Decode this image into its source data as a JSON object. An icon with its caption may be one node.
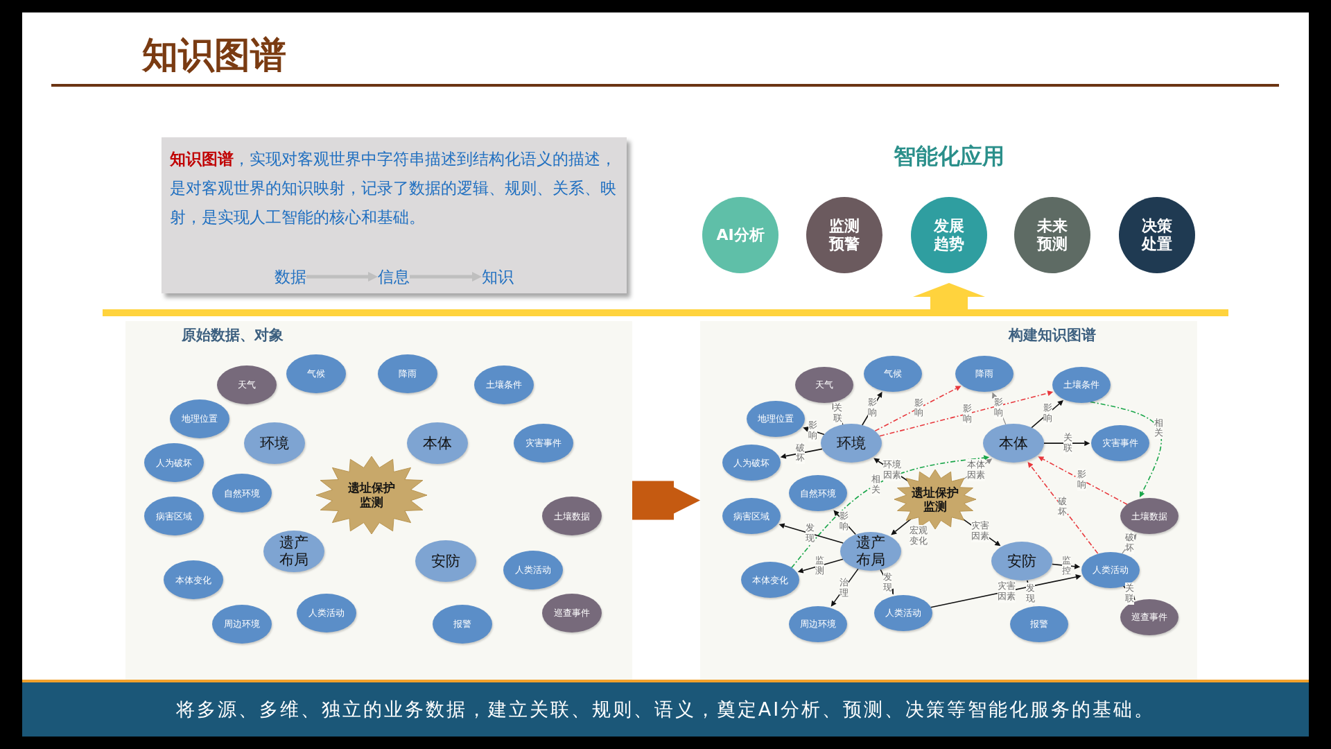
{
  "diagram": {
    "title": "知识图谱",
    "nodes": [
      {
        "text": [
          "**知识图谱**，实现对客观世界中字符串描述到结构化语义的描述，是对客观世界的知识映射，记录了数据的逻辑、规则、关系、映射，是实现人工智能的核心和基础。"
        ]
      },
      {
        "text": [
          "数据"
        ],
        "in": 0
      },
      {
        "text": [
          "信息"
        ],
        "in": 0
      },
      {
        "text": [
          "知识"
        ],
        "in": 0
      },
      {
        "text": [
          "AI分析"
        ]
      },
      {
        "text": [
          "监测预警"
        ]
      },
      {
        "text": [
          "发展趋势"
        ]
      },
      {
        "text": [
          "未来预测"
        ]
      },
      {
        "text": [
          "决策处置"
        ]
      },
      {
        "text": [
          "原始数据、对象"
        ]
      },
      {
        "text": [
          "构建知识图谱"
        ]
      },
      {
        "text": [
          "天气"
        ],
        "in": 9
      },
      {
        "text": [
          "气候"
        ],
        "in": 9
      },
      {
        "text": [
          "降雨"
        ],
        "in": 9
      },
      {
        "text": [
          "土壤条件"
        ],
        "in": 9
      },
      {
        "text": [
          "地理位置"
        ],
        "in": 9
      },
      {
        "text": [
          "环境"
        ],
        "in": 9
      },
      {
        "text": [
          "本体"
        ],
        "in": 9
      },
      {
        "text": [
          "灾害事件"
        ],
        "in": 9
      },
      {
        "text": [
          "人为破坏"
        ],
        "in": 9
      },
      {
        "text": [
          "自然环境"
        ],
        "in": 9
      },
      {
        "text": [
          "遗址保护监测"
        ],
        "in": 9
      },
      {
        "text": [
          "病害区域"
        ],
        "in": 9
      },
      {
        "text": [
          "土壤数据"
        ],
        "in": 9
      },
      {
        "text": [
          "遗产布局"
        ],
        "in": 9
      },
      {
        "text": [
          "安防"
        ],
        "in": 9
      },
      {
        "text": [
          "人类活动"
        ],
        "in": 9
      },
      {
        "text": [
          "本体变化"
        ],
        "in": 9
      },
      {
        "text": [
          "人类活动"
        ],
        "in": 9
      },
      {
        "text": [
          "巡查事件"
        ],
        "in": 9
      },
      {
        "text": [
          "周边环境"
        ],
        "in": 9
      },
      {
        "text": [
          "报警"
        ],
        "in": 9
      },
      {
        "text": [
          "天气"
        ],
        "in": 10
      },
      {
        "text": [
          "气候"
        ],
        "in": 10
      },
      {
        "text": [
          "降雨"
        ],
        "in": 10
      },
      {
        "text": [
          "土壤条件"
        ],
        "in": 10
      },
      {
        "text": [
          "地理位置"
        ],
        "in": 10
      },
      {
        "text": [
          "环境"
        ],
        "in": 10
      },
      {
        "text": [
          "本体"
        ],
        "in": 10
      },
      {
        "text": [
          "灾害事件"
        ],
        "in": 10
      },
      {
        "text": [
          "人为破坏"
        ],
        "in": 10
      },
      {
        "text": [
          "自然环境"
        ],
        "in": 10
      },
      {
        "text": [
          "遗址保护监测"
        ],
        "in": 10
      },
      {
        "text": [
          "病害区域"
        ],
        "in": 10
      },
      {
        "text": [
          "土壤数据"
        ],
        "in": 10
      },
      {
        "text": [
          "遗产布局"
        ],
        "in": 10
      },
      {
        "text": [
          "安防"
        ],
        "in": 10
      },
      {
        "text": [
          "人类活动"
        ],
        "in": 10
      },
      {
        "text": [
          "本体变化"
        ],
        "in": 10
      },
      {
        "text": [
          "人类活动"
        ],
        "in": 10
      },
      {
        "text": [
          "巡查事件"
        ],
        "in": 10
      },
      {
        "text": [
          "周边环境"
        ],
        "in": 10
      },
      {
        "text": [
          "报警"
        ],
        "in": 10
      }
    ],
    "edges": [
      {
        "from": 1,
        "to": 2,
        "arrow": "to",
        "color": "#bfbfbf",
        "style": "thick"
      },
      {
        "from": 2,
        "to": 3,
        "arrow": "to",
        "color": "#bfbfbf",
        "style": "thick"
      },
      {
        "from": 9,
        "to": 10,
        "arrow": "to",
        "color": "#c55a11",
        "style": "thick"
      },
      {
        "from": 37,
        "to": 32,
        "arrow": "to",
        "label": "关联"
      },
      {
        "from": 37,
        "to": 33,
        "arrow": "to",
        "label": "影响"
      },
      {
        "from": 37,
        "to": 34,
        "arrow": "to",
        "label": "影响",
        "style": "dashed",
        "color": "#e8383d"
      },
      {
        "from": 37,
        "to": 35,
        "arrow": "to",
        "label": "影响",
        "style": "dashed",
        "color": "#e8383d"
      },
      {
        "from": 37,
        "to": 36,
        "arrow": "to",
        "label": "影响"
      },
      {
        "from": 37,
        "to": 40,
        "arrow": "to",
        "label": "破坏"
      },
      {
        "from": 42,
        "to": 37,
        "arrow": "to",
        "label": "环境因素"
      },
      {
        "from": 48,
        "to": 38,
        "arrow": "to",
        "label": "相关",
        "style": "dashed",
        "color": "#1aa64a"
      },
      {
        "from": 42,
        "to": 38,
        "arrow": "to",
        "label": "本体因素",
        "color": "#8c8c8c"
      },
      {
        "from": 38,
        "to": 34,
        "arrow": "to",
        "label": "影响",
        "color": "#8c8c8c"
      },
      {
        "from": 38,
        "to": 35,
        "arrow": "to",
        "label": "影响"
      },
      {
        "from": 38,
        "to": 39,
        "arrow": "to",
        "label": "关联"
      },
      {
        "from": 42,
        "to": 45,
        "arrow": "to",
        "label": "宏观变化"
      },
      {
        "from": 42,
        "to": 46,
        "arrow": "to",
        "label": "灾害因素"
      },
      {
        "from": 45,
        "to": 41,
        "arrow": "to",
        "label": "影响"
      },
      {
        "from": 45,
        "to": 43,
        "arrow": "to",
        "label": "发现"
      },
      {
        "from": 45,
        "to": 48,
        "arrow": "to",
        "label": "监测"
      },
      {
        "from": 45,
        "to": 51,
        "arrow": "to",
        "label": "治理"
      },
      {
        "from": 45,
        "to": 49,
        "arrow": "to",
        "label": "发现"
      },
      {
        "from": 49,
        "to": 47,
        "arrow": "to",
        "label": "灾害因素"
      },
      {
        "from": 46,
        "to": 47,
        "arrow": "to",
        "label": "监控"
      },
      {
        "from": 46,
        "to": 52,
        "arrow": "to",
        "label": "发现"
      },
      {
        "from": 47,
        "to": 38,
        "arrow": "to",
        "label": "破坏",
        "style": "dashed",
        "color": "#e8383d"
      },
      {
        "from": 44,
        "to": 38,
        "arrow": "to",
        "label": "影响",
        "style": "dashed",
        "color": "#e8383d"
      },
      {
        "from": 47,
        "to": 44,
        "arrow": "to",
        "label": "破坏",
        "color": "#8c8c8c"
      },
      {
        "from": 47,
        "to": 50,
        "arrow": "to",
        "label": "关联"
      },
      {
        "from": 35,
        "to": 44,
        "arrow": "to",
        "label": "相关",
        "style": "dashed",
        "color": "#1aa64a"
      }
    ],
    "labels": [
      "智能化应用",
      "将多源、多维、独立的业务数据，建立关联、规则、语义，奠定AI分析、预测、决策等智能化服务的基础。"
    ]
  }
}
